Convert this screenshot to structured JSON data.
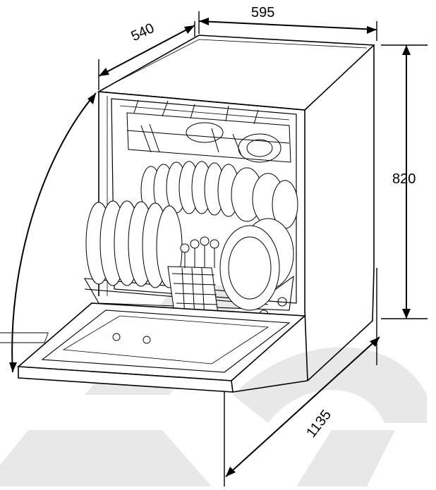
{
  "dimensions": {
    "width": "595",
    "depth": "540",
    "height": "820",
    "open_depth": "1135"
  },
  "colors": {
    "line": "#000000",
    "watermark": "#d6d6d6",
    "background": "#ffffff"
  }
}
